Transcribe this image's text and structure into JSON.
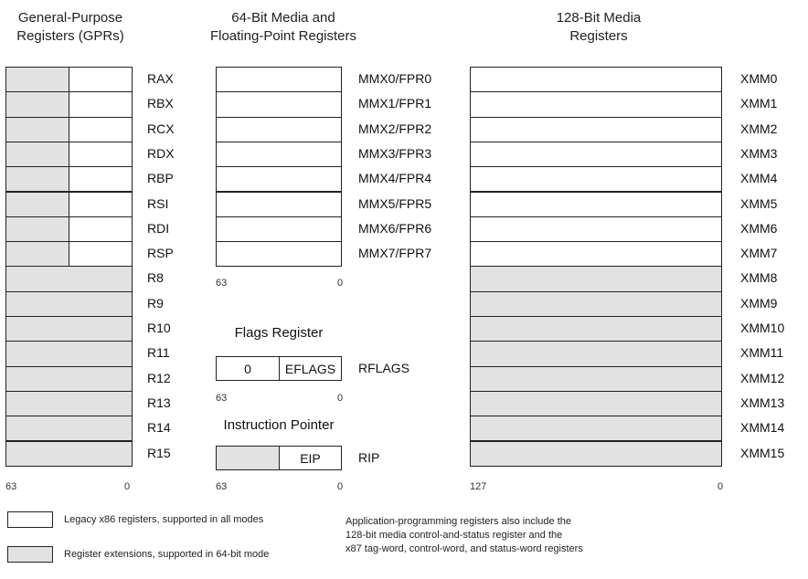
{
  "headers": {
    "gpr": [
      "General-Purpose",
      "Registers (GPRs)"
    ],
    "media64": [
      "64-Bit Media and",
      "Floating-Point Registers"
    ],
    "media128": [
      "128-Bit Media",
      "Registers"
    ]
  },
  "gpr": {
    "legacy": [
      "RAX",
      "RBX",
      "RCX",
      "RDX",
      "RBP",
      "RSI",
      "RDI",
      "RSP"
    ],
    "extended": [
      "R8",
      "R9",
      "R10",
      "R11",
      "R12",
      "R13",
      "R14",
      "R15"
    ],
    "bit_high": "63",
    "bit_low": "0"
  },
  "mmx": {
    "registers": [
      "MMX0/FPR0",
      "MMX1/FPR1",
      "MMX2/FPR2",
      "MMX3/FPR3",
      "MMX4/FPR4",
      "MMX5/FPR5",
      "MMX6/FPR6",
      "MMX7/FPR7"
    ],
    "bit_high": "63",
    "bit_low": "0"
  },
  "flags": {
    "title": "Flags Register",
    "zero": "0",
    "field": "EFLAGS",
    "name": "RFLAGS",
    "bit_high": "63",
    "bit_low": "0"
  },
  "ip": {
    "title": "Instruction Pointer",
    "field": "EIP",
    "name": "RIP",
    "bit_high": "63",
    "bit_low": "0"
  },
  "xmm": {
    "legacy": [
      "XMM0",
      "XMM1",
      "XMM2",
      "XMM3",
      "XMM4",
      "XMM5",
      "XMM6",
      "XMM7"
    ],
    "extended": [
      "XMM8",
      "XMM9",
      "XMM10",
      "XMM11",
      "XMM12",
      "XMM13",
      "XMM14",
      "XMM15"
    ],
    "bit_high": "127",
    "bit_low": "0"
  },
  "legend": {
    "legacy": "Legacy x86 registers, supported in all modes",
    "extension": "Register extensions, supported in 64-bit mode",
    "note": [
      "Application-programming registers also include the",
      "128-bit media control-and-status register and the",
      "x87 tag-word, control-word, and status-word registers"
    ]
  },
  "colors": {
    "legacy": "#ffffff",
    "extension": "#e2e2e2",
    "border": "#222222"
  }
}
